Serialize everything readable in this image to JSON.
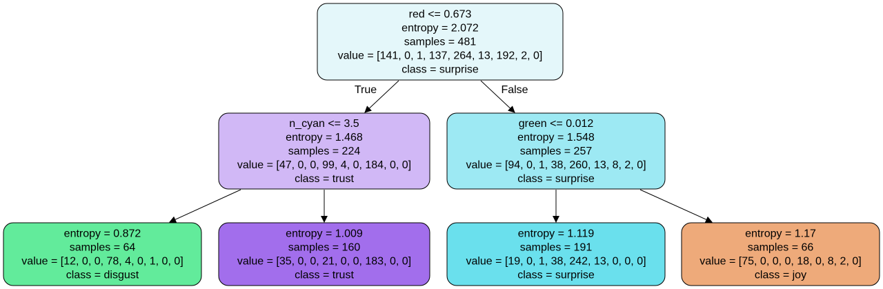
{
  "tree": {
    "nodes": [
      {
        "id": "root",
        "lines": [
          "red <= 0.673",
          "entropy = 2.072",
          "samples = 481",
          "value = [141, 0, 1, 137, 264, 13, 192, 2, 0]",
          "class = surprise"
        ],
        "fill": "#e4f7fa"
      },
      {
        "id": "left",
        "lines": [
          "n_cyan <= 3.5",
          "entropy = 1.468",
          "samples = 224",
          "value = [47, 0, 0, 99, 4, 0, 184, 0, 0]",
          "class = trust"
        ],
        "fill": "#d1b8f6"
      },
      {
        "id": "right",
        "lines": [
          "green <= 0.012",
          "entropy = 1.548",
          "samples = 257",
          "value = [94, 0, 1, 38, 260, 13, 8, 2, 0]",
          "class = surprise"
        ],
        "fill": "#9de9f3"
      },
      {
        "id": "ll",
        "lines": [
          "entropy = 0.872",
          "samples = 64",
          "value = [12, 0, 0, 78, 4, 0, 1, 0, 0]",
          "class = disgust"
        ],
        "fill": "#62eb9b"
      },
      {
        "id": "lr",
        "lines": [
          "entropy = 1.009",
          "samples = 160",
          "value = [35, 0, 0, 21, 0, 0, 183, 0, 0]",
          "class = trust"
        ],
        "fill": "#a26eec"
      },
      {
        "id": "rl",
        "lines": [
          "entropy = 1.119",
          "samples = 191",
          "value = [19, 0, 1, 38, 242, 13, 0, 0, 0]",
          "class = surprise"
        ],
        "fill": "#6ae0ed"
      },
      {
        "id": "rr",
        "lines": [
          "entropy = 1.17",
          "samples = 66",
          "value = [75, 0, 0, 0, 18, 0, 8, 2, 0]",
          "class = joy"
        ],
        "fill": "#eeaa7a"
      }
    ],
    "edges": [
      {
        "from": "root",
        "to": "left",
        "label": "True"
      },
      {
        "from": "root",
        "to": "right",
        "label": "False"
      },
      {
        "from": "left",
        "to": "ll",
        "label": ""
      },
      {
        "from": "left",
        "to": "lr",
        "label": ""
      },
      {
        "from": "right",
        "to": "rl",
        "label": ""
      },
      {
        "from": "right",
        "to": "rr",
        "label": ""
      }
    ]
  }
}
